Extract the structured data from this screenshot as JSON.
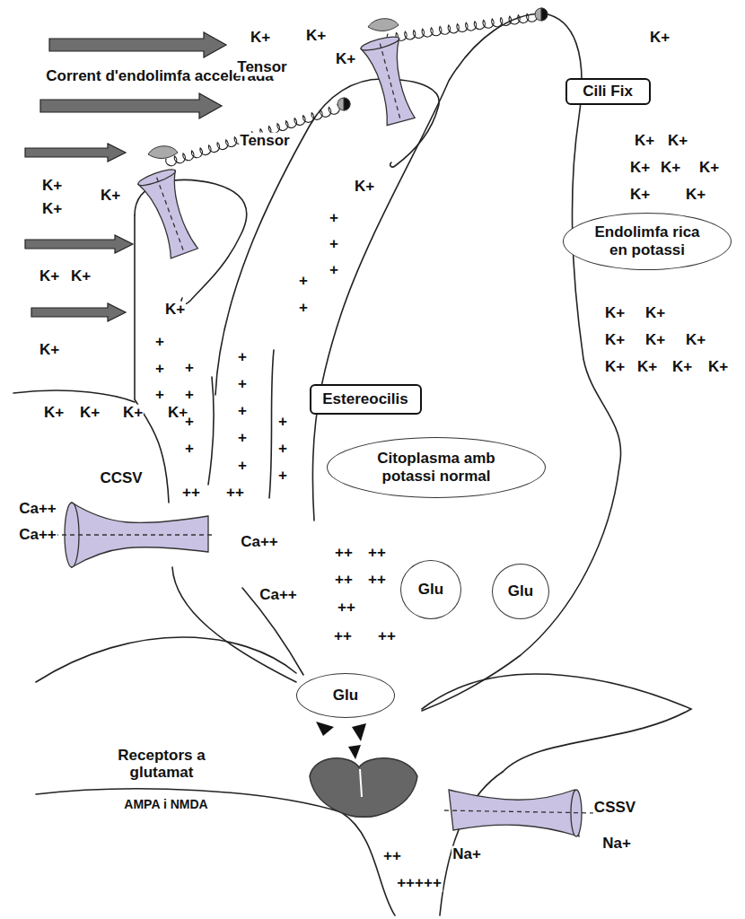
{
  "diagram": {
    "nodes": [
      {
        "text": [
          "Cili Fix"
        ]
      },
      {
        "text": [
          "Endolimfa rica en potassi"
        ]
      },
      {
        "text": [
          "Estereocilis"
        ]
      },
      {
        "text": [
          "Citoplasma amb potassi normal"
        ]
      },
      {
        "text": [
          "Glu"
        ]
      },
      {
        "text": [
          "Glu"
        ]
      },
      {
        "text": [
          "Glu"
        ]
      }
    ],
    "labels": [
      "Corrent d'endolimfa accelerada",
      "Tensor",
      "Tensor",
      "K+",
      "K+",
      "K+",
      "K+",
      "K+",
      "K+",
      "K+",
      "K+",
      "K+",
      "K+",
      "K+",
      "K+",
      "K+",
      "K+",
      "K+",
      "K+",
      "K+",
      "K+",
      "K+",
      "K+",
      "K+",
      "K+",
      "K+",
      "K+",
      "K+",
      "K+",
      "K+",
      "K+",
      "K+",
      "K+",
      "K+",
      "K+",
      "+",
      "+",
      "+",
      "+",
      "+",
      "+",
      "+",
      "+",
      "+",
      "+",
      "+",
      "+",
      "+",
      "+",
      "+",
      "+",
      "+",
      "+",
      "+",
      "+",
      "++",
      "++",
      "++",
      "++",
      "++",
      "++",
      "++",
      "++",
      "++",
      "Ca++",
      "Ca++",
      "Ca++",
      "Ca++",
      "CCSV",
      "Receptors a glutamat",
      "AMPA i NMDA",
      "CSSV",
      "Na+",
      "Na+",
      "++",
      "+++++"
    ]
  }
}
